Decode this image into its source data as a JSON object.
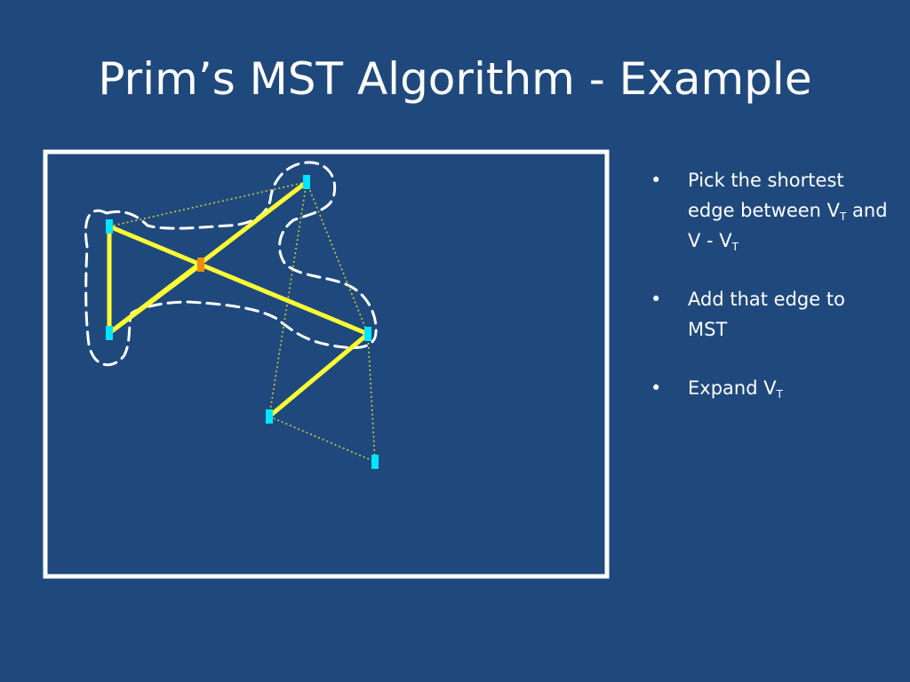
{
  "slide": {
    "title": "Prim’s MST Algorithm - Example"
  },
  "bullets": [
    {
      "segments": [
        {
          "text": "Pick the shortest edge between V"
        },
        {
          "text": "T",
          "sub": true
        },
        {
          "text": " and V - V"
        },
        {
          "text": "T",
          "sub": true
        }
      ]
    },
    {
      "segments": [
        {
          "text": "Add that edge to MST"
        }
      ]
    },
    {
      "segments": [
        {
          "text": "Expand V"
        },
        {
          "text": "T",
          "sub": true
        }
      ]
    }
  ],
  "bullet_glyph": "•",
  "colors": {
    "background": "#1f497d",
    "mst_edge": "#ffff33",
    "candidate_edge": "#cccc33",
    "vertex": "#00e5ff",
    "new_vertex": "#f08c00",
    "boundary": "#ffffff"
  },
  "graph": {
    "vertices": [
      {
        "id": "a",
        "state": "in_tree"
      },
      {
        "id": "b",
        "state": "in_tree"
      },
      {
        "id": "c",
        "state": "newly_added"
      },
      {
        "id": "d",
        "state": "in_tree"
      },
      {
        "id": "e",
        "state": "in_tree"
      },
      {
        "id": "f",
        "state": "in_tree"
      },
      {
        "id": "g",
        "state": "outside"
      }
    ],
    "mst_edges": [
      {
        "from": "a",
        "to": "b"
      },
      {
        "from": "a",
        "to": "c"
      },
      {
        "from": "b",
        "to": "d"
      },
      {
        "from": "b",
        "to": "c"
      },
      {
        "from": "c",
        "to": "e"
      },
      {
        "from": "e",
        "to": "f"
      }
    ],
    "candidate_edges": [
      {
        "from": "a",
        "to": "d"
      },
      {
        "from": "d",
        "to": "e"
      },
      {
        "from": "b",
        "to": "d"
      },
      {
        "from": "a",
        "to": "e"
      },
      {
        "from": "e",
        "to": "g"
      },
      {
        "from": "f",
        "to": "g"
      },
      {
        "from": "d",
        "to": "f"
      }
    ]
  }
}
